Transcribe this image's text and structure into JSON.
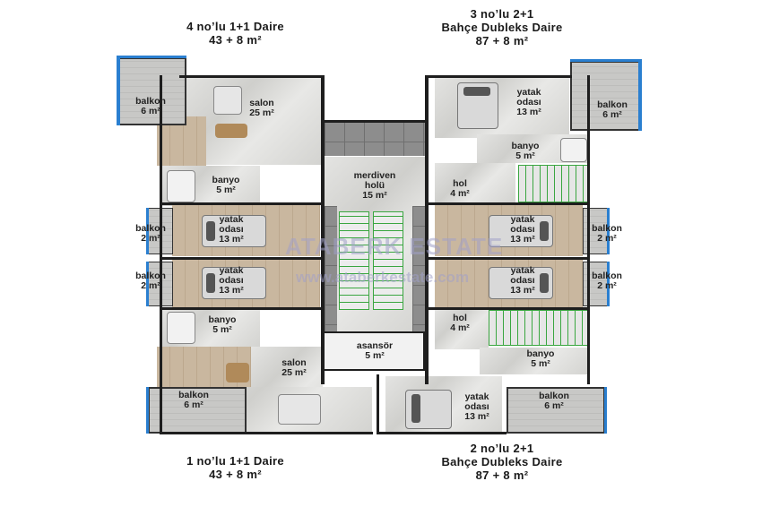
{
  "titles": {
    "top_left": {
      "line1": "4 no’lu 1+1 Daire",
      "line2": "43 + 8 m²"
    },
    "top_right": {
      "line1": "3 no’lu 2+1",
      "line2": "Bahçe Dubleks Daire",
      "line3": "87 + 8 m²"
    },
    "bottom_left": {
      "line1": "1 no’lu 1+1 Daire",
      "line2": "43 + 8 m²"
    },
    "bottom_right": {
      "line1": "2 no’lu 2+1",
      "line2": "Bahçe Dubleks Daire",
      "line3": "87 + 8 m²"
    }
  },
  "rooms": {
    "tl_balkon": {
      "name": "balkon",
      "area": "6 m²"
    },
    "tl_salon": {
      "name": "salon",
      "area": "25 m²"
    },
    "tl_banyo": {
      "name": "banyo",
      "area": "5 m²"
    },
    "l_balkon_1": {
      "name": "balkon",
      "area": "2 m²"
    },
    "l_yatak_1": {
      "name": "yatak",
      "name2": "odası",
      "area": "13 m²"
    },
    "l_balkon_2": {
      "name": "balkon",
      "area": "2 m²"
    },
    "l_yatak_2": {
      "name": "yatak",
      "name2": "odası",
      "area": "13 m²"
    },
    "bl_banyo": {
      "name": "banyo",
      "area": "5 m²"
    },
    "bl_salon": {
      "name": "salon",
      "area": "25 m²"
    },
    "bl_balkon": {
      "name": "balkon",
      "area": "6 m²"
    },
    "merdiven": {
      "name": "merdiven",
      "name2": "holü",
      "area": "15 m²"
    },
    "asansor": {
      "name": "asansör",
      "area": "5 m²"
    },
    "tr_yatak": {
      "name": "yatak",
      "name2": "odası",
      "area": "13 m²"
    },
    "tr_balkon": {
      "name": "balkon",
      "area": "6 m²"
    },
    "tr_banyo": {
      "name": "banyo",
      "area": "5 m²"
    },
    "tr_hol": {
      "name": "hol",
      "area": "4 m²"
    },
    "r_yatak_1": {
      "name": "yatak",
      "name2": "odası",
      "area": "13 m²"
    },
    "r_balkon_1": {
      "name": "balkon",
      "area": "2 m²"
    },
    "r_yatak_2": {
      "name": "yatak",
      "name2": "odası",
      "area": "13 m²"
    },
    "r_balkon_2": {
      "name": "balkon",
      "area": "2 m²"
    },
    "br_hol": {
      "name": "hol",
      "area": "4 m²"
    },
    "br_banyo": {
      "name": "banyo",
      "area": "5 m²"
    },
    "br_yatak": {
      "name": "yatak",
      "name2": "odası",
      "area": "13 m²"
    },
    "br_balkon": {
      "name": "balkon",
      "area": "6 m²"
    }
  },
  "watermark": {
    "brand": "ATABERK ESTATE",
    "url": "www.ataberkestate.com"
  },
  "colors": {
    "glass": "#2a7fd0",
    "stairs": "#3aa640",
    "wall": "#1e1e1e"
  }
}
